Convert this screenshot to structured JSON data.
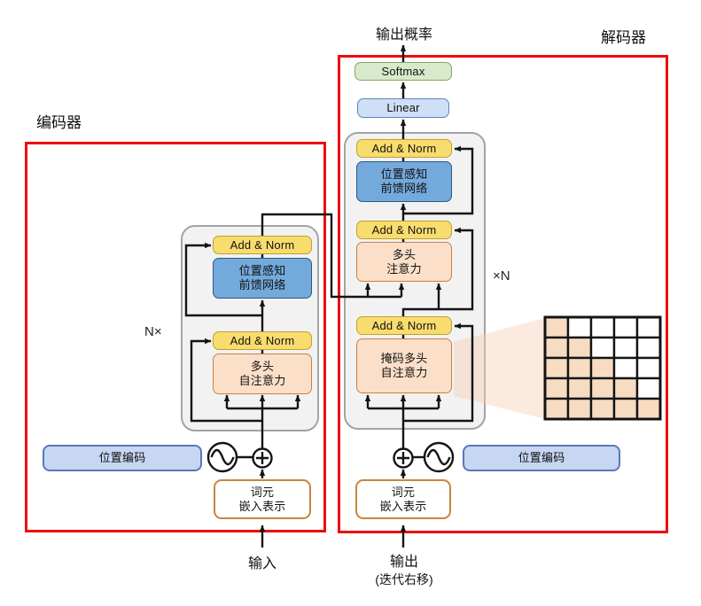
{
  "titles": {
    "encoder_region": "编码器",
    "decoder_region": "解码器",
    "output_probability": "输出概率",
    "n_times_left": "N×",
    "n_times_right": "×N"
  },
  "io": {
    "input_label": "输入",
    "output_label_line1": "输出",
    "output_label_line2": "(迭代右移)"
  },
  "encoder": {
    "add_norm_top": "Add & Norm",
    "ffn": {
      "line1": "位置感知",
      "line2": "前馈网络"
    },
    "add_norm_bottom": "Add & Norm",
    "self_attention": {
      "line1": "多头",
      "line2": "自注意力"
    },
    "embedding": {
      "line1": "词元",
      "line2": "嵌入表示"
    },
    "positional_encoding": "位置编码"
  },
  "decoder": {
    "softmax": "Softmax",
    "linear": "Linear",
    "add_norm_top": "Add & Norm",
    "ffn": {
      "line1": "位置感知",
      "line2": "前馈网络"
    },
    "add_norm_mid": "Add & Norm",
    "cross_attention": {
      "line1": "多头",
      "line2": "注意力"
    },
    "add_norm_bottom": "Add & Norm",
    "masked_attention": {
      "line1": "掩码多头",
      "line2": "自注意力"
    },
    "embedding": {
      "line1": "词元",
      "line2": "嵌入表示"
    },
    "positional_encoding": "位置编码"
  },
  "mask_grid": {
    "rows": 5,
    "cols": 5,
    "description": "causal lower-triangular attention mask",
    "pattern": [
      [
        1,
        0,
        0,
        0,
        0
      ],
      [
        1,
        1,
        0,
        0,
        0
      ],
      [
        1,
        1,
        1,
        0,
        0
      ],
      [
        1,
        1,
        1,
        1,
        0
      ],
      [
        1,
        1,
        1,
        1,
        1
      ]
    ]
  },
  "colors": {
    "frame_red": "#ee0d0d",
    "box_yellow_fill": "#f9dc6e",
    "box_yellow_border": "#bfa02e",
    "box_blue_fill": "#74a9dc",
    "box_blue_border": "#2b5a87",
    "box_orange_fill": "#fbdfc9",
    "box_orange_border": "#c9803f",
    "box_green_fill": "#d9e9cb",
    "box_green_border": "#84a566",
    "box_linear_fill": "#cfdff5",
    "box_linear_border": "#5b84c4",
    "box_posenc_fill": "#c7d6f2",
    "box_posenc_border": "#5878bc",
    "box_embed_fill": "#ffffff",
    "box_embed_border": "#c9853f",
    "container_fill": "#f2f2f2",
    "container_border": "#a3a3a3",
    "line": "#141414",
    "mask_fill": "#f7dcc2",
    "mask_empty": "#ffffff",
    "beam_fill": "#f6cdaf"
  }
}
